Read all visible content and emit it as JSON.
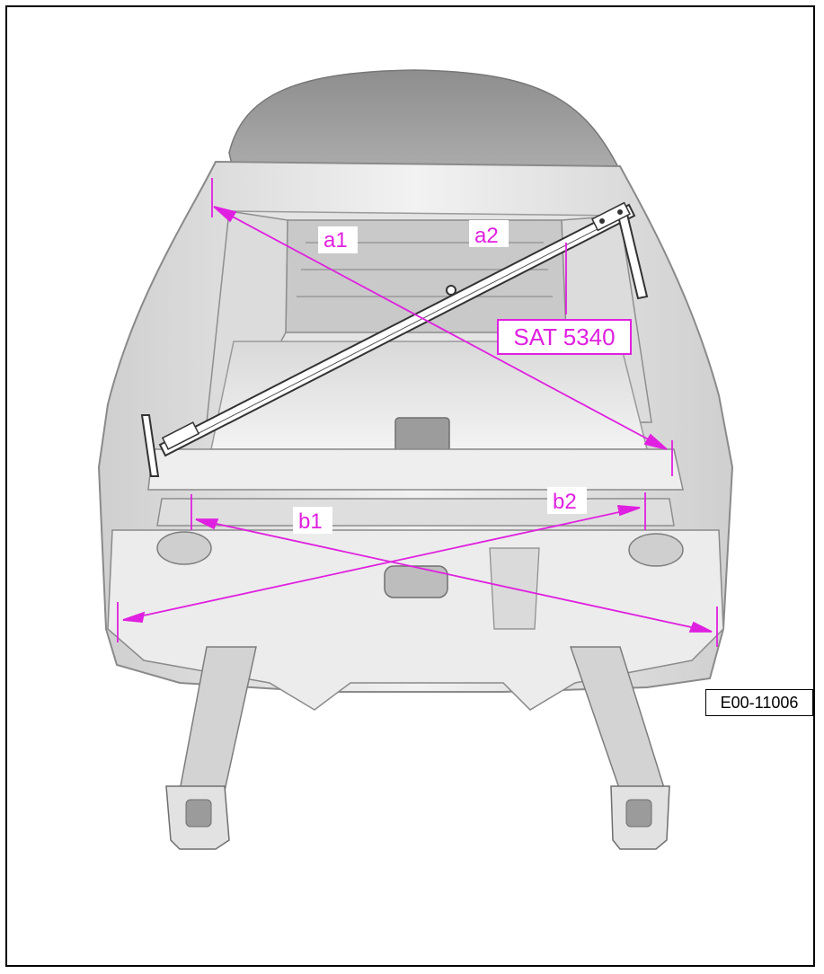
{
  "diagram": {
    "labels": {
      "a1": "a1",
      "a2": "a2",
      "b1": "b1",
      "b2": "b2"
    },
    "tool_label": "SAT 5340",
    "figure_id": "E00-11006"
  },
  "colors": {
    "callout": "#e020e0",
    "body_dark": "#8a8a8a",
    "body_mid": "#bdbdbd",
    "body_light": "#e6e6e6",
    "frame": "#000000"
  },
  "icons": {
    "tool": "measuring-bar-icon",
    "vehicle": "car-body-rear-view"
  }
}
